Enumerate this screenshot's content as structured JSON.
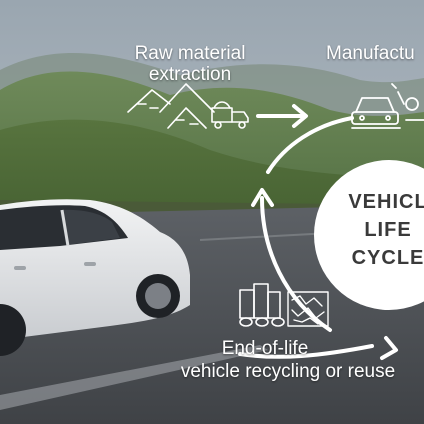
{
  "stages": {
    "raw_material": {
      "label": "Raw material\nextraction",
      "line1": "Raw material",
      "line2": "extraction"
    },
    "manufacturing": {
      "label": "Manufactu"
    },
    "end_of_life": {
      "line1": "End-of-life",
      "line2": "vehicle recycling or reuse"
    }
  },
  "center": {
    "line1": "VEHICL",
    "line2": "LIFE",
    "line3": "CYCLE"
  },
  "icons": [
    "mountains-icon",
    "dump-truck-icon",
    "arrow-right-icon",
    "car-factory-icon",
    "robot-arm-icon",
    "recycle-arrows-icon",
    "material-rolls-icon",
    "shredded-material-icon"
  ],
  "colors": {
    "text": "#ffffff",
    "center_text": "#3a3a3a",
    "cycle_line": "#ffffff"
  }
}
